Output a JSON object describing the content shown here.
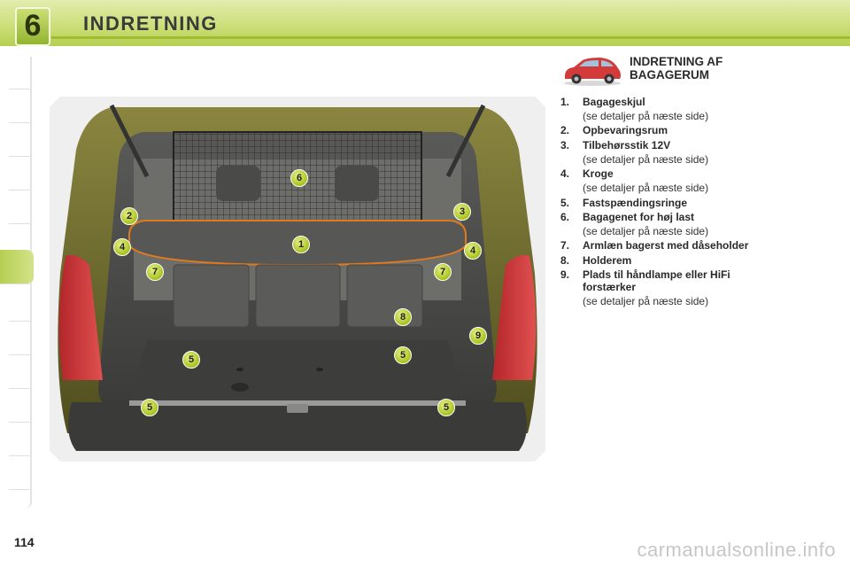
{
  "chapter": {
    "number": "6",
    "title": "INDRETNING"
  },
  "section": {
    "title_line1": "INDRETNING AF",
    "title_line2": "BAGAGERUM",
    "icon": "car-icon"
  },
  "items": [
    {
      "num": "1.",
      "label": "Bagageskjul",
      "note": "(se detaljer på næste side)"
    },
    {
      "num": "2.",
      "label": "Opbevaringsrum",
      "note": ""
    },
    {
      "num": "3.",
      "label": "Tilbehørsstik 12V",
      "note": "(se detaljer på næste side)"
    },
    {
      "num": "4.",
      "label": "Kroge",
      "note": "(se detaljer på næste side)"
    },
    {
      "num": "5.",
      "label": "Fastspændingsringe",
      "note": ""
    },
    {
      "num": "6.",
      "label": "Bagagenet for høj last",
      "note": "(se detaljer på næste side)"
    },
    {
      "num": "7.",
      "label": "Armlæn bagerst med dåseholder",
      "note": ""
    },
    {
      "num": "8.",
      "label": "Holderem",
      "note": ""
    },
    {
      "num": "9.",
      "label": "Plads til håndlampe eller HiFi forstærker",
      "note": "(se detaljer på næste side)"
    }
  ],
  "callouts": [
    "1",
    "2",
    "3",
    "4",
    "4",
    "5",
    "5",
    "5",
    "5",
    "6",
    "7",
    "7",
    "8",
    "9"
  ],
  "page_number": "114",
  "watermark": "carmanualsonline.info",
  "colors": {
    "accent_green": "#b6cf52",
    "callout_orange": "#e07a1f",
    "car_body": "#6b6a2a"
  }
}
